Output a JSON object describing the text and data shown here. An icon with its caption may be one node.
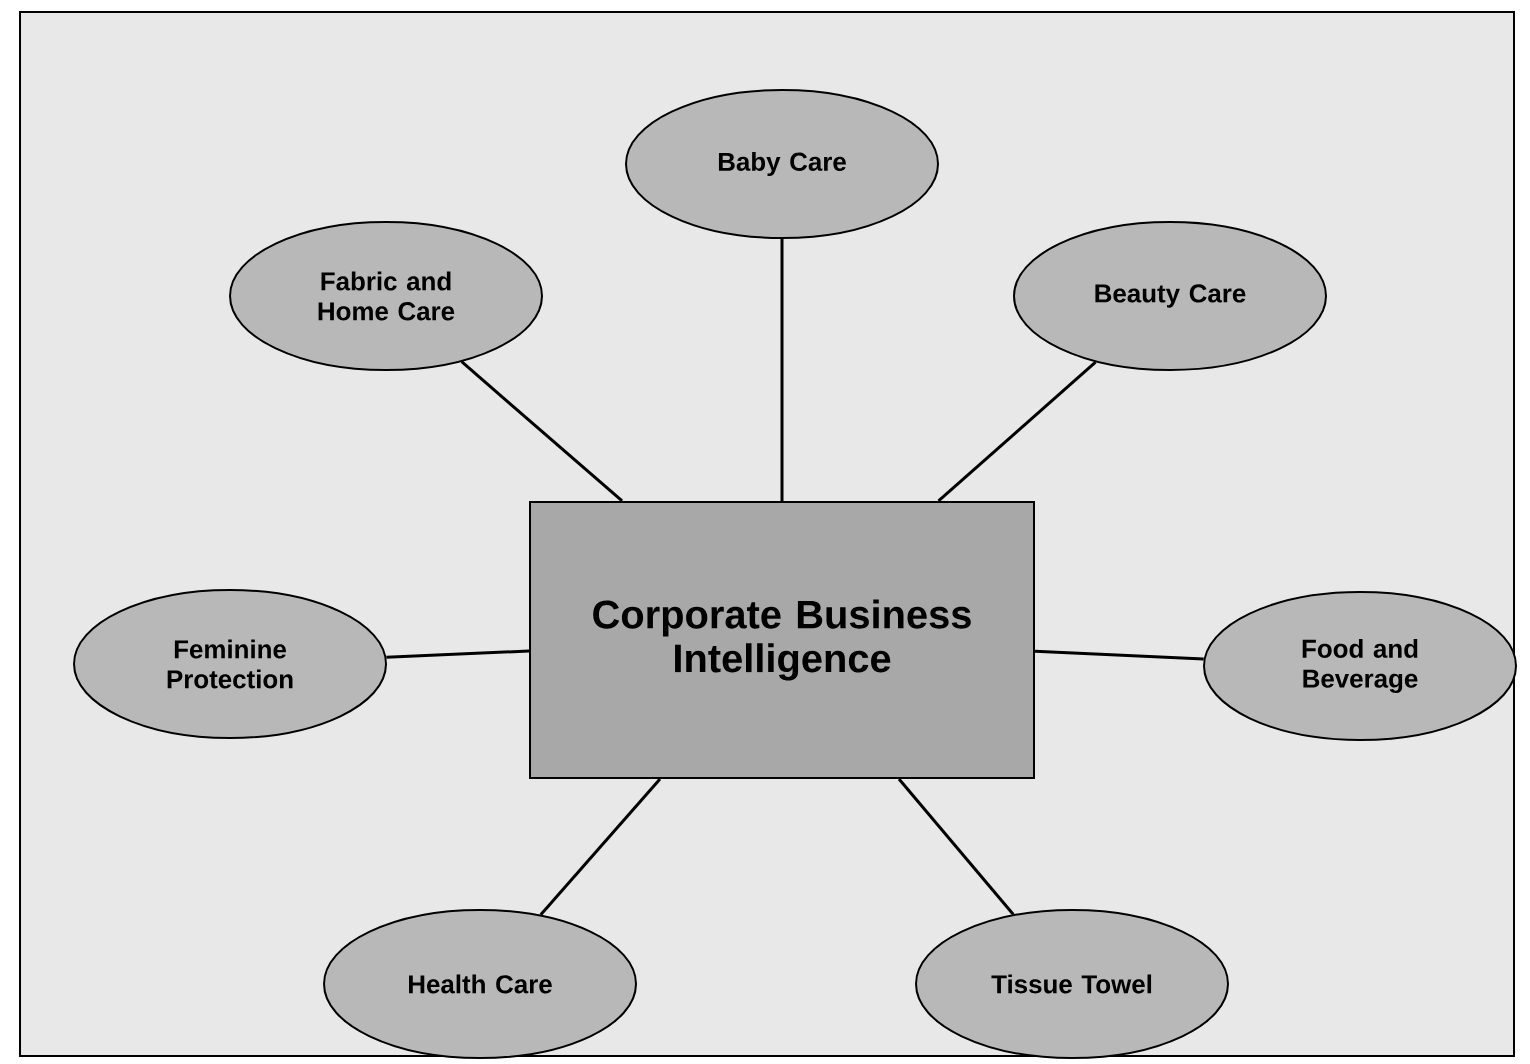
{
  "diagram": {
    "nodes": [
      {
        "text": [
          "Corporate Business Intelligence"
        ]
      },
      {
        "text": [
          "Baby Care"
        ]
      },
      {
        "text": [
          "Fabric and Home Care"
        ]
      },
      {
        "text": [
          "Beauty Care"
        ]
      },
      {
        "text": [
          "Feminine Protection"
        ]
      },
      {
        "text": [
          "Food and Beverage"
        ]
      },
      {
        "text": [
          "Health Care"
        ]
      },
      {
        "text": [
          "Tissue Towel"
        ]
      }
    ],
    "edges": [
      {
        "from": 0,
        "to": 1,
        "arrow": "none"
      },
      {
        "from": 0,
        "to": 2,
        "arrow": "none"
      },
      {
        "from": 0,
        "to": 3,
        "arrow": "none"
      },
      {
        "from": 0,
        "to": 4,
        "arrow": "none"
      },
      {
        "from": 0,
        "to": 5,
        "arrow": "none"
      },
      {
        "from": 0,
        "to": 6,
        "arrow": "none"
      },
      {
        "from": 0,
        "to": 7,
        "arrow": "none"
      }
    ]
  }
}
